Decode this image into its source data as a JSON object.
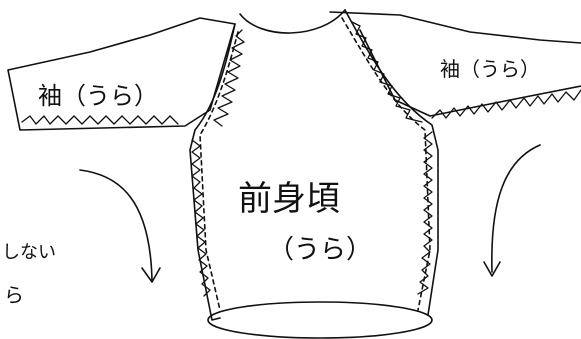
{
  "labels": {
    "left_sleeve": "袖（うら）",
    "right_sleeve": "袖（うら）",
    "front_body_line1": "前身頃",
    "front_body_line2": "（うら）",
    "margin_line1": "しない",
    "margin_line2": "ら"
  },
  "colors": {
    "ink": "#111111",
    "paper": "#ffffff"
  }
}
